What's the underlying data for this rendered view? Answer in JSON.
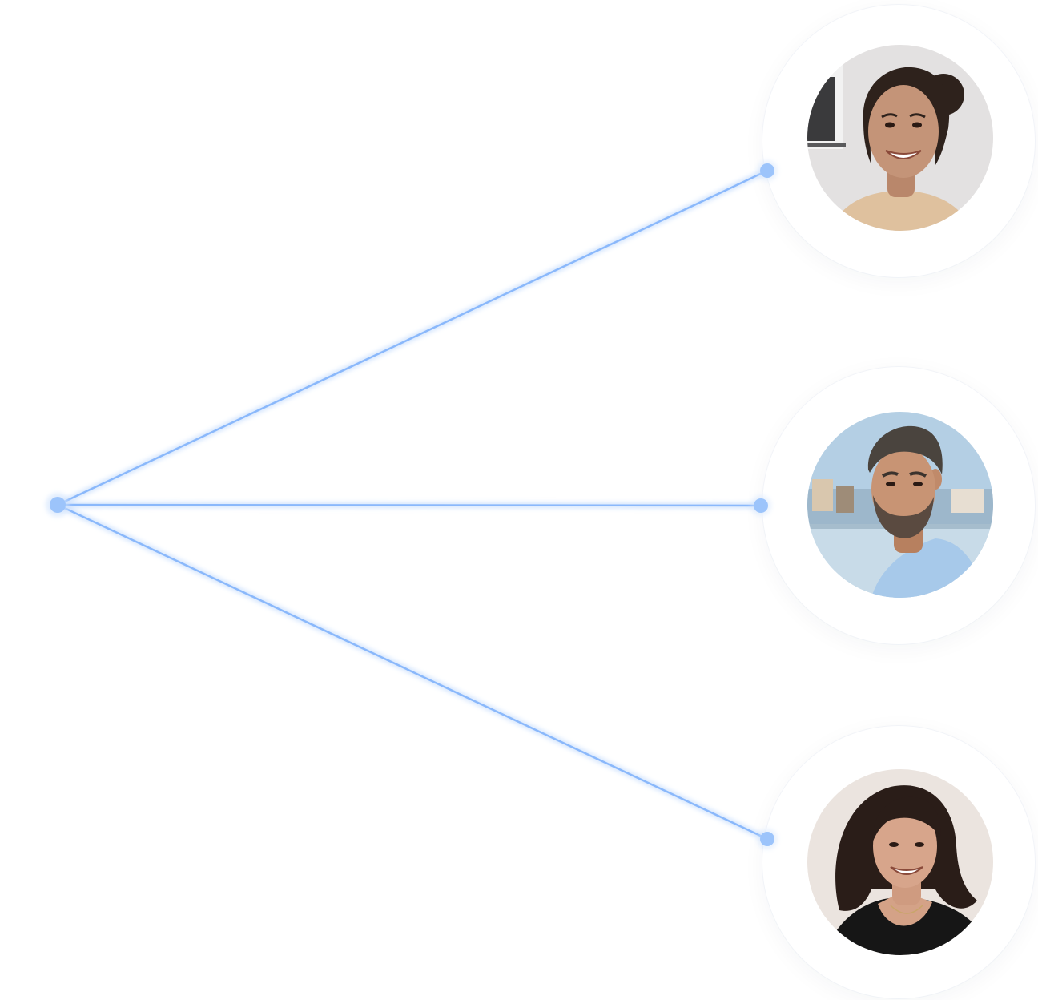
{
  "diagram": {
    "line_color": "#8ab8fb",
    "line_glow_color": "#cfe2fd",
    "node_color": "#9cc4fb",
    "hub": {
      "name": "source-hub-node"
    },
    "connections": [
      {
        "name": "connection-top",
        "target": "avatar-person-1"
      },
      {
        "name": "connection-middle",
        "target": "avatar-person-2"
      },
      {
        "name": "connection-bottom",
        "target": "avatar-person-3"
      }
    ]
  },
  "people": [
    {
      "id": "person-1",
      "icon": "avatar-smiling-woman-bun-icon",
      "bg": "#e3e1e1",
      "skin": "#c49478",
      "hair": "#2e221c",
      "clothes": "#dfc19e"
    },
    {
      "id": "person-2",
      "icon": "avatar-bearded-man-marina-icon",
      "bg": "#b4cfe4",
      "skin": "#c89474",
      "hair": "#4a443e",
      "clothes": "#a7c9ea"
    },
    {
      "id": "person-3",
      "icon": "avatar-smiling-woman-dark-hair-icon",
      "bg": "#ebe4df",
      "skin": "#d7a58b",
      "hair": "#2a1d18",
      "clothes": "#161616"
    }
  ]
}
